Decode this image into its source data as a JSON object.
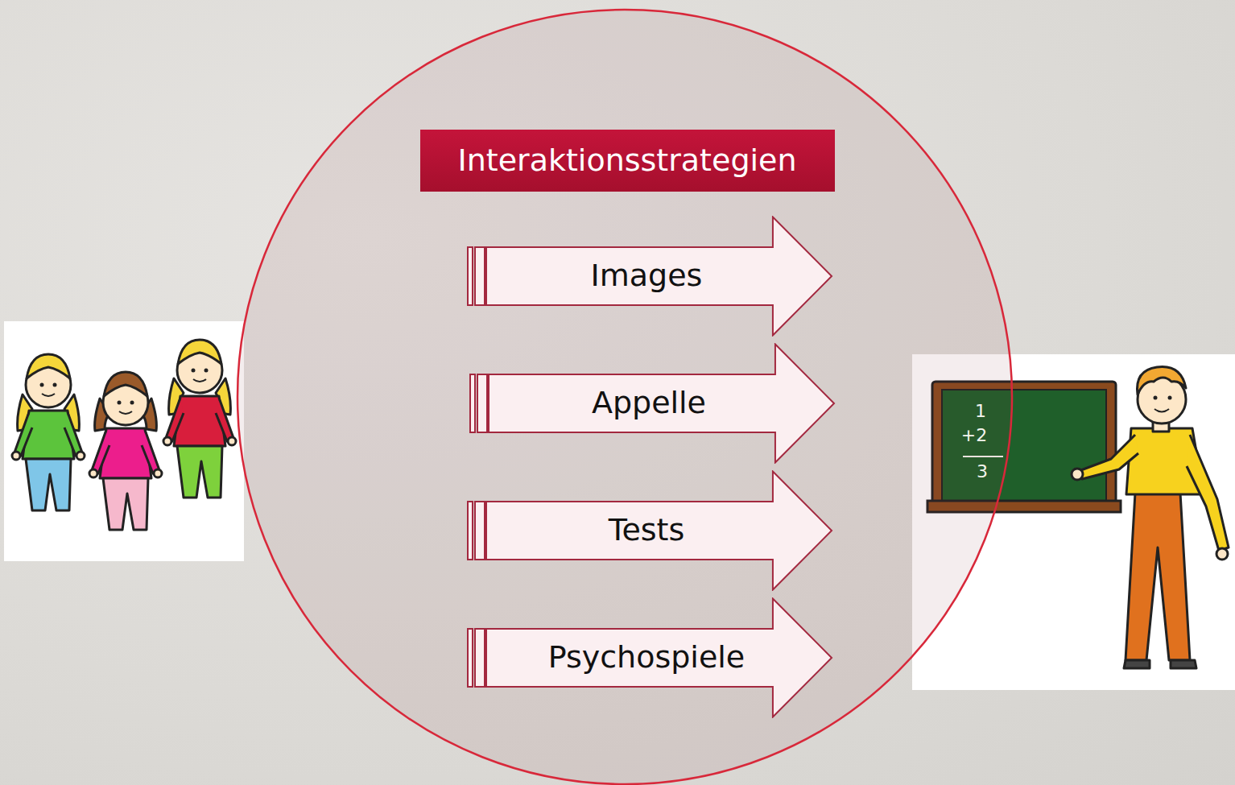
{
  "diagram": {
    "nodes": [
      {
        "text": [
          "Interaktionsstrategien"
        ]
      },
      {
        "text": [
          "Images"
        ]
      },
      {
        "text": [
          "Appelle"
        ]
      },
      {
        "text": [
          "Tests"
        ]
      },
      {
        "text": [
          "Psychospiele"
        ]
      }
    ],
    "labels": [
      "1",
      "+2",
      "3"
    ]
  }
}
